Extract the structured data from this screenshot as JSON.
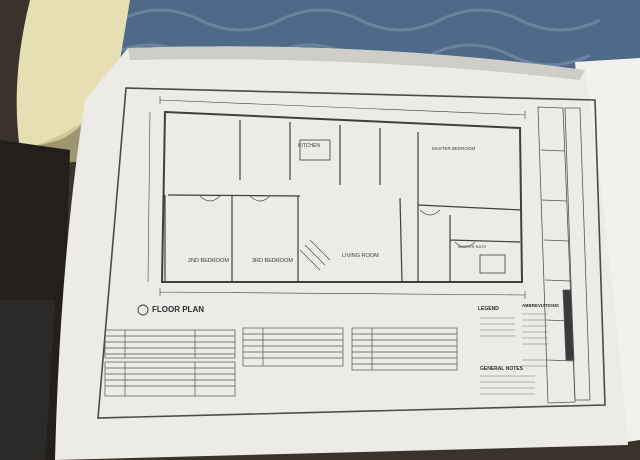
{
  "drawing": {
    "title": "FLOOR PLAN",
    "rooms": [
      {
        "id": "kitchen",
        "label": "KITCHEN"
      },
      {
        "id": "bedroom-2",
        "label": "2ND BEDROOM"
      },
      {
        "id": "bedroom-3",
        "label": "3RD BEDROOM"
      },
      {
        "id": "living-room",
        "label": "LIVING ROOM"
      },
      {
        "id": "master-bedroom",
        "label": "MASTER BEDROOM"
      },
      {
        "id": "master-bath",
        "label": "MASTER BATH"
      }
    ],
    "legend_label": "LEGEND",
    "general_notes_label": "GENERAL NOTES",
    "abbreviations_label": "ABBREVIATIONS"
  },
  "colors": {
    "paper": "#ecebe8",
    "paper_shadow": "#cfcdc8",
    "linework": "#4a4a4a",
    "bedspread": "#4f6a88",
    "pillow": "#e6dfb4",
    "floor": "#3a332c"
  }
}
